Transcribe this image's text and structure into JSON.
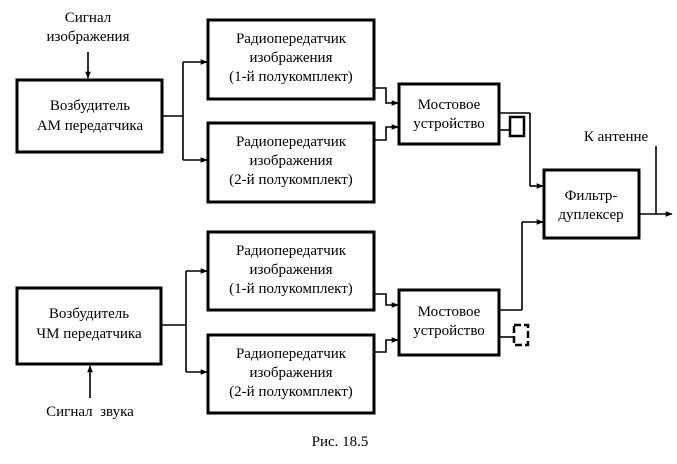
{
  "inputs": {
    "image_signal": [
      "Сигнал",
      "изображения"
    ],
    "sound_signal": "Сигнал  звука"
  },
  "output": {
    "antenna": "К антенне"
  },
  "blocks": {
    "am_exciter": [
      "Возбудитель",
      "АМ передатчика"
    ],
    "fm_exciter": [
      "Возбудитель",
      "ЧМ передатчика"
    ],
    "tx_top_1": [
      "Радиопередатчик",
      "изображения",
      "(1-й полукомплект)"
    ],
    "tx_top_2": [
      "Радиопередатчик",
      "изображения",
      "(2-й полукомплект)"
    ],
    "tx_bot_1": [
      "Радиопередатчик",
      "изображения",
      "(1-й полукомплект)"
    ],
    "tx_bot_2": [
      "Радиопередатчик",
      "изображения",
      "(2-й полукомплект)"
    ],
    "bridge_top": [
      "Мостовое",
      "устройство"
    ],
    "bridge_bot": [
      "Мостовое",
      "устройство"
    ],
    "filter": [
      "Фильтр-",
      "дуплексер"
    ]
  },
  "caption": "Рис. 18.5"
}
